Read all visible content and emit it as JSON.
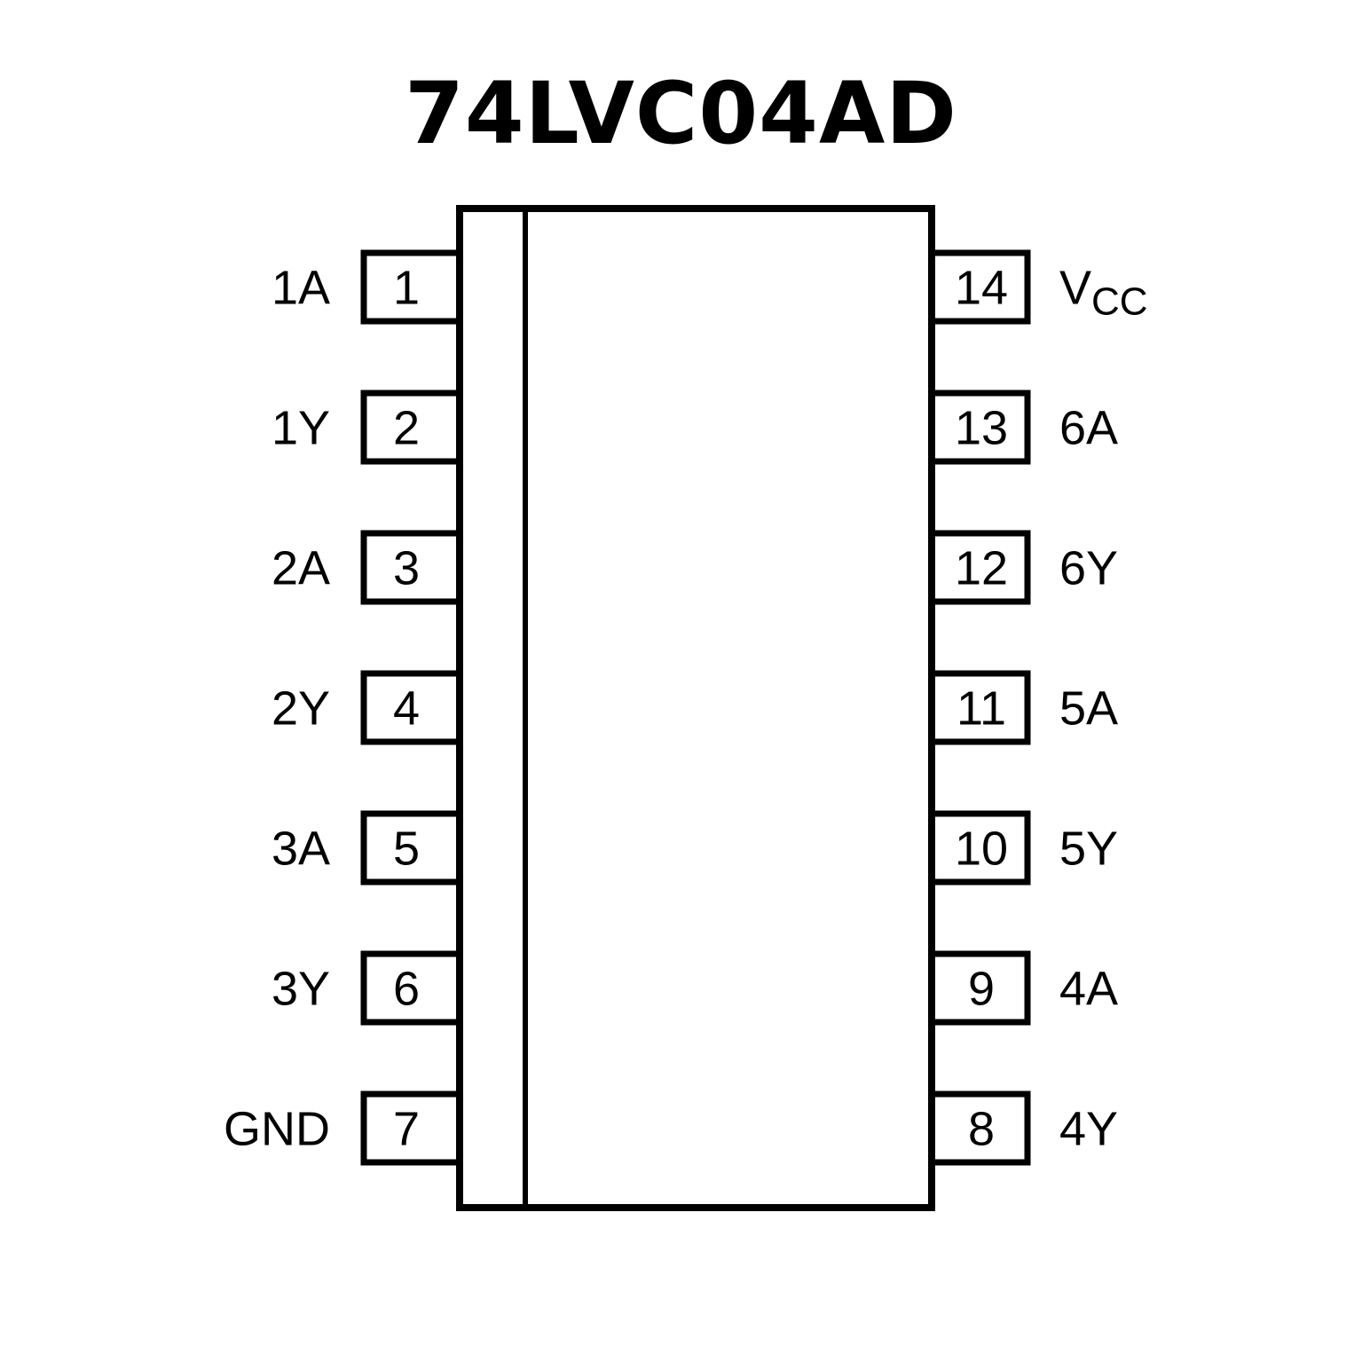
{
  "title": "74LVC04AD",
  "colors": {
    "stroke": "#000000",
    "background": "#ffffff"
  },
  "left_pins": [
    {
      "number": "1",
      "label": "1A"
    },
    {
      "number": "2",
      "label": "1Y"
    },
    {
      "number": "3",
      "label": "2A"
    },
    {
      "number": "4",
      "label": "2Y"
    },
    {
      "number": "5",
      "label": "3A"
    },
    {
      "number": "6",
      "label": "3Y"
    },
    {
      "number": "7",
      "label": "GND"
    }
  ],
  "right_pins": [
    {
      "number": "14",
      "label": "V",
      "label_sub": "CC"
    },
    {
      "number": "13",
      "label": "6A"
    },
    {
      "number": "12",
      "label": "6Y"
    },
    {
      "number": "11",
      "label": "5A"
    },
    {
      "number": "10",
      "label": "5Y"
    },
    {
      "number": "9",
      "label": "4A"
    },
    {
      "number": "8",
      "label": "4Y"
    }
  ]
}
